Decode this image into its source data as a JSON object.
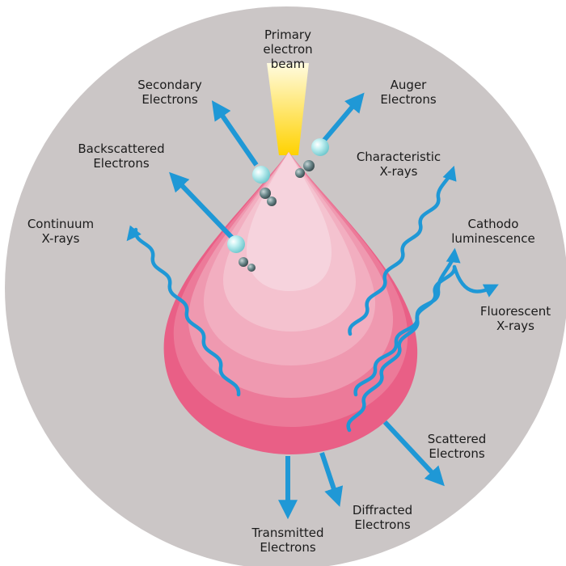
{
  "colors": {
    "background_disc": "#cbc6c6",
    "arrow": "#1f98d6",
    "beam_top": "#fff6c2",
    "beam_bottom": "#ffd400",
    "volume_outer": "#e95f86",
    "volume_inner": "#f6d3dd",
    "electron": "#9fe2e6",
    "dark_particle": "#4f6c70"
  },
  "labels": {
    "primary": [
      "Primary",
      "electron",
      "beam"
    ],
    "secondary": [
      "Secondary",
      "Electrons"
    ],
    "auger": [
      "Auger",
      "Electrons"
    ],
    "backscattered": [
      "Backscattered",
      "Electrons"
    ],
    "characteristic": [
      "Characteristic",
      "X-rays"
    ],
    "continuum": [
      "Continuum",
      "X-rays"
    ],
    "cathodo": [
      "Cathodo",
      "luminescence"
    ],
    "fluorescent": [
      "Fluorescent",
      "X-rays"
    ],
    "scattered": [
      "Scattered",
      "Electrons"
    ],
    "diffracted": [
      "Diffracted",
      "Electrons"
    ],
    "transmitted": [
      "Transmitted",
      "Electrons"
    ]
  }
}
